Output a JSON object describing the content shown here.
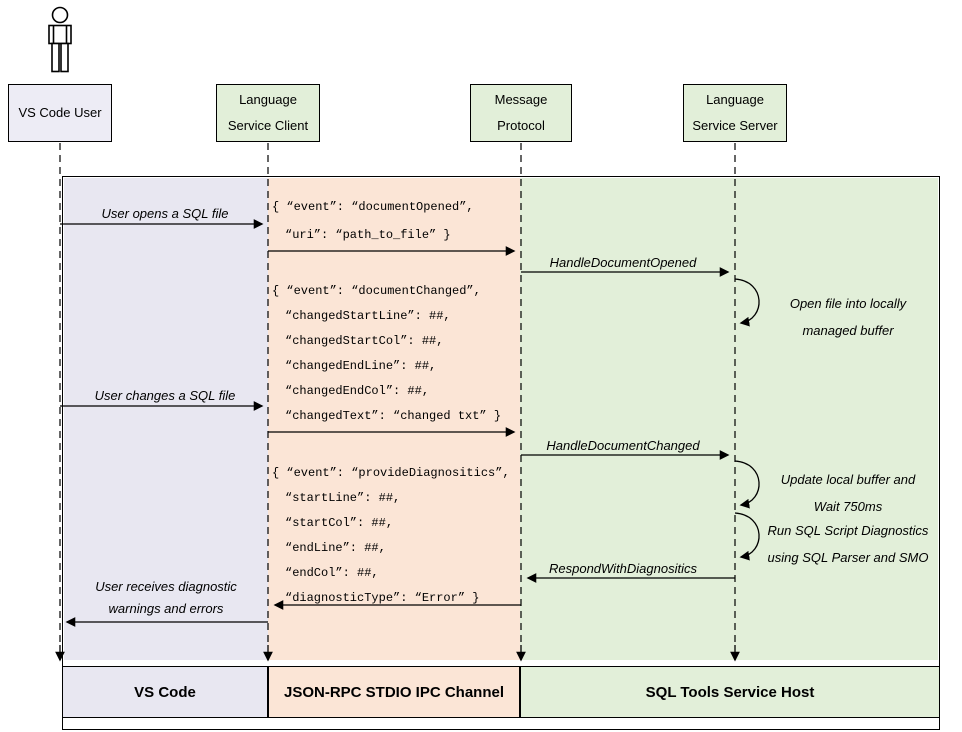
{
  "actors": {
    "user": {
      "label": "VS Code User"
    },
    "client": {
      "line1": "Language",
      "line2": "Service Client"
    },
    "protocol": {
      "line1": "Message",
      "line2": "Protocol"
    },
    "server": {
      "line1": "Language",
      "line2": "Service Server"
    }
  },
  "labels": {
    "user_opens": "User opens a SQL file",
    "user_changes": "User changes a SQL file",
    "user_receives_1": "User receives diagnostic",
    "user_receives_2": "warnings and errors",
    "handle_document_opened": "HandleDocumentOpened",
    "handle_document_changed": "HandleDocumentChanged",
    "respond_with_diagnostics": "RespondWithDiagnositics"
  },
  "notes": {
    "open_buffer_1": "Open file into locally",
    "open_buffer_2": "managed buffer",
    "update_buffer_1": "Update local buffer and",
    "update_buffer_2": "Wait 750ms",
    "run_diagnostics_1": "Run SQL Script Diagnostics",
    "run_diagnostics_2": "using SQL Parser and SMO"
  },
  "code": {
    "document_opened": [
      "{ “event”: “documentOpened”,",
      "“uri”: “path_to_file” }"
    ],
    "document_changed": [
      "{ “event”: “documentChanged”,",
      "“changedStartLine”: ##,",
      "“changedStartCol”: ##,",
      "“changedEndLine”: ##,",
      "“changedEndCol”: ##,",
      "“changedText”: “changed txt” }"
    ],
    "provide_diagnostics": [
      "{ “event”: “provideDiagnositics”,",
      "“startLine”: ##,",
      "“startCol”: ##,",
      "“endLine”: ##,",
      "“endCol”: ##,",
      "“diagnosticType”: “Error” }"
    ]
  },
  "footer": {
    "vscode": "VS Code",
    "channel": "JSON-RPC STDIO IPC Channel",
    "host": "SQL Tools Service Host"
  },
  "colors": {
    "lane_vscode": "#e8e7f1",
    "lane_channel": "#fbe5d6",
    "lane_host": "#e2efd9",
    "user_box": "#edecf5",
    "actor_box_green": "#e2efd9"
  }
}
